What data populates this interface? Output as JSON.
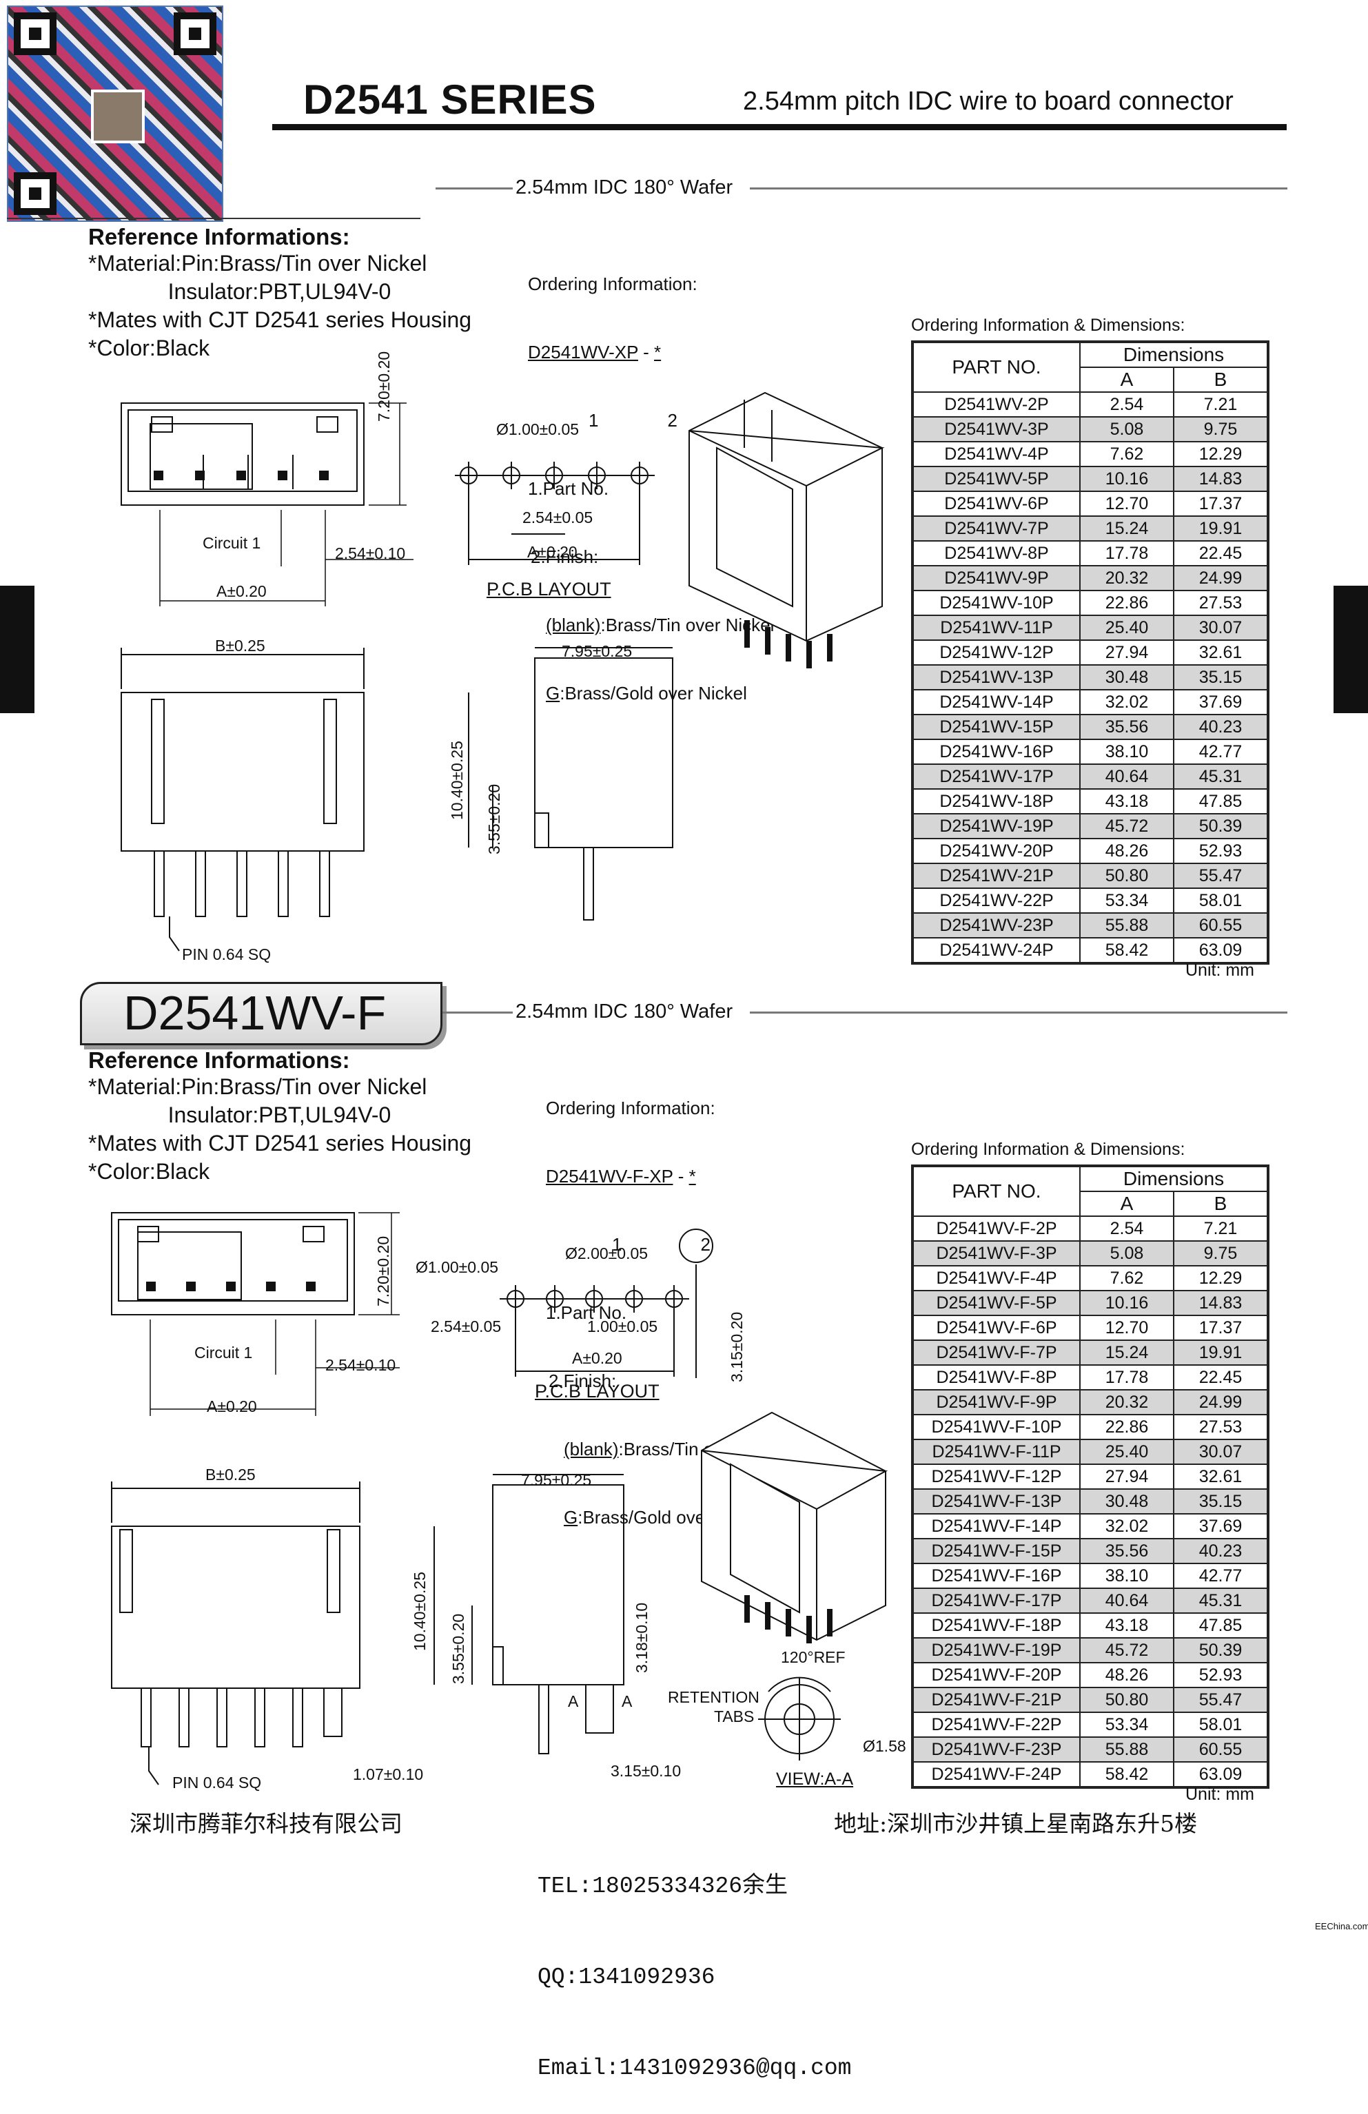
{
  "header": {
    "series": "D2541 SERIES",
    "subtitle": "2.54mm pitch IDC wire to board connector"
  },
  "section1": {
    "title": "2.54mm IDC 180° Wafer",
    "ref_head": "Reference Informations:",
    "ref_lines": "*Material:Pin:Brass/Tin over Nickel\n             Insulator:PBT,UL94V-0\n*Mates with CJT D2541 series Housing\n*Color:Black",
    "ordering": {
      "label": "Ordering Information:",
      "code": "D2541WV-XP",
      "sep": " - ",
      "star": "*",
      "n1": "1",
      "n2": "2",
      "item1": "1.Part No.",
      "item2": "2.Finish:",
      "blank": "(blank)",
      "blank_desc": ":Brass/Tin over Nickel",
      "g": "G",
      "g_desc": ":Brass/Gold over Nickel"
    },
    "drawing": {
      "dim_720": "7.20±0.20",
      "circuit1": "Circuit 1",
      "dim_254": "2.54±0.10",
      "dim_a": "A±0.20",
      "dia": "Ø1.00±0.05",
      "pitch": "2.54±0.05",
      "pcb_a": "A±0.20",
      "pcb": "P.C.B LAYOUT",
      "dim_b": "B±0.25",
      "dim_795": "7.95±0.25",
      "dim_1040": "10.40±0.25",
      "dim_355": "3.55±0.20",
      "pin": "PIN 0.64 SQ"
    },
    "table_caption": "Ordering Information & Dimensions:",
    "table_head": {
      "part": "PART NO.",
      "dims": "Dimensions",
      "a": "A",
      "b": "B"
    },
    "rows": [
      [
        "D2541WV-2P",
        "2.54",
        "7.21"
      ],
      [
        "D2541WV-3P",
        "5.08",
        "9.75"
      ],
      [
        "D2541WV-4P",
        "7.62",
        "12.29"
      ],
      [
        "D2541WV-5P",
        "10.16",
        "14.83"
      ],
      [
        "D2541WV-6P",
        "12.70",
        "17.37"
      ],
      [
        "D2541WV-7P",
        "15.24",
        "19.91"
      ],
      [
        "D2541WV-8P",
        "17.78",
        "22.45"
      ],
      [
        "D2541WV-9P",
        "20.32",
        "24.99"
      ],
      [
        "D2541WV-10P",
        "22.86",
        "27.53"
      ],
      [
        "D2541WV-11P",
        "25.40",
        "30.07"
      ],
      [
        "D2541WV-12P",
        "27.94",
        "32.61"
      ],
      [
        "D2541WV-13P",
        "30.48",
        "35.15"
      ],
      [
        "D2541WV-14P",
        "32.02",
        "37.69"
      ],
      [
        "D2541WV-15P",
        "35.56",
        "40.23"
      ],
      [
        "D2541WV-16P",
        "38.10",
        "42.77"
      ],
      [
        "D2541WV-17P",
        "40.64",
        "45.31"
      ],
      [
        "D2541WV-18P",
        "43.18",
        "47.85"
      ],
      [
        "D2541WV-19P",
        "45.72",
        "50.39"
      ],
      [
        "D2541WV-20P",
        "48.26",
        "52.93"
      ],
      [
        "D2541WV-21P",
        "50.80",
        "55.47"
      ],
      [
        "D2541WV-22P",
        "53.34",
        "58.01"
      ],
      [
        "D2541WV-23P",
        "55.88",
        "60.55"
      ],
      [
        "D2541WV-24P",
        "58.42",
        "63.09"
      ]
    ],
    "unit": "Unit: mm"
  },
  "section2": {
    "badge": "D2541WV-F",
    "title": "2.54mm IDC 180° Wafer",
    "ref_head": "Reference Informations:",
    "ref_lines": "*Material:Pin:Brass/Tin over Nickel\n             Insulator:PBT,UL94V-0\n*Mates with CJT D2541 series Housing\n*Color:Black",
    "ordering": {
      "label": "Ordering Information:",
      "code": "D2541WV-F-XP",
      "sep": " - ",
      "star": "*",
      "n1": "1",
      "n2": "2",
      "item1": "1.Part No.",
      "item2": "2.Finish:",
      "blank": "(blank)",
      "blank_desc": ":Brass/Tin over Nickel",
      "g": "G",
      "g_desc": ":Brass/Gold over Nickel"
    },
    "drawing": {
      "dim_720": "7.20±0.20",
      "circuit1": "Circuit 1",
      "dim_254": "2.54±0.10",
      "dim_a": "A±0.20",
      "dia1": "Ø1.00±0.05",
      "dia2": "Ø2.00±0.05",
      "pitch": "2.54±0.05",
      "offset": "1.00±0.05",
      "pcb_a": "A±0.20",
      "dim_315v": "3.15±0.20",
      "pcb": "P.C.B LAYOUT",
      "dim_b": "B±0.25",
      "dim_795": "7.95±0.25",
      "dim_1040": "10.40±0.25",
      "dim_355": "3.55±0.20",
      "dim_318": "3.18±0.10",
      "pin": "PIN 0.64 SQ",
      "dim_107": "1.07±0.10",
      "dim_315": "3.15±0.10",
      "a_left": "A",
      "a_right": "A",
      "ref120": "120°REF",
      "retention": "RETENTION",
      "tabs": "TABS",
      "dia158": "Ø1.58",
      "view": "VIEW:A-A"
    },
    "table_caption": "Ordering Information & Dimensions:",
    "table_head": {
      "part": "PART NO.",
      "dims": "Dimensions",
      "a": "A",
      "b": "B"
    },
    "rows": [
      [
        "D2541WV-F-2P",
        "2.54",
        "7.21"
      ],
      [
        "D2541WV-F-3P",
        "5.08",
        "9.75"
      ],
      [
        "D2541WV-F-4P",
        "7.62",
        "12.29"
      ],
      [
        "D2541WV-F-5P",
        "10.16",
        "14.83"
      ],
      [
        "D2541WV-F-6P",
        "12.70",
        "17.37"
      ],
      [
        "D2541WV-F-7P",
        "15.24",
        "19.91"
      ],
      [
        "D2541WV-F-8P",
        "17.78",
        "22.45"
      ],
      [
        "D2541WV-F-9P",
        "20.32",
        "24.99"
      ],
      [
        "D2541WV-F-10P",
        "22.86",
        "27.53"
      ],
      [
        "D2541WV-F-11P",
        "25.40",
        "30.07"
      ],
      [
        "D2541WV-F-12P",
        "27.94",
        "32.61"
      ],
      [
        "D2541WV-F-13P",
        "30.48",
        "35.15"
      ],
      [
        "D2541WV-F-14P",
        "32.02",
        "37.69"
      ],
      [
        "D2541WV-F-15P",
        "35.56",
        "40.23"
      ],
      [
        "D2541WV-F-16P",
        "38.10",
        "42.77"
      ],
      [
        "D2541WV-F-17P",
        "40.64",
        "45.31"
      ],
      [
        "D2541WV-F-18P",
        "43.18",
        "47.85"
      ],
      [
        "D2541WV-F-19P",
        "45.72",
        "50.39"
      ],
      [
        "D2541WV-F-20P",
        "48.26",
        "52.93"
      ],
      [
        "D2541WV-F-21P",
        "50.80",
        "55.47"
      ],
      [
        "D2541WV-F-22P",
        "53.34",
        "58.01"
      ],
      [
        "D2541WV-F-23P",
        "55.88",
        "60.55"
      ],
      [
        "D2541WV-F-24P",
        "58.42",
        "63.09"
      ]
    ],
    "unit": "Unit: mm"
  },
  "footer": {
    "company": "深圳市腾菲尔科技有限公司",
    "tel": "TEL:18025334326余生",
    "qq": "QQ:1341092936",
    "email": "Email:1431092936@qq.com",
    "address": "地址:深圳市沙井镇上星南路东升5楼",
    "watermark": "EEChina.com"
  }
}
